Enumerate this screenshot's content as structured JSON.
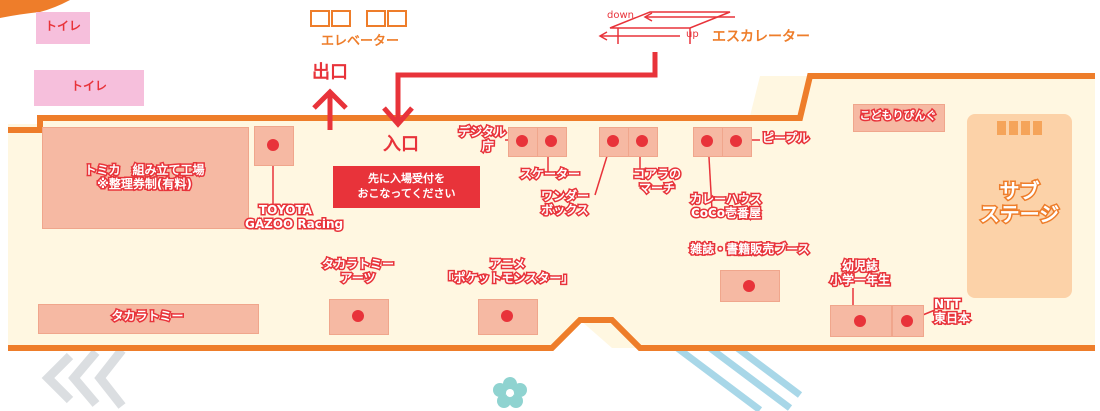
{
  "colors": {
    "floor": "#fff7e1",
    "wall": "#ee7d2a",
    "booth": "#f6b9a3",
    "marker": "#e8333a",
    "restroom": "#f6bfdc",
    "subStage": "#fcd2a8"
  },
  "restrooms": [
    "トイレ",
    "トイレ"
  ],
  "elevator": "エレベーター",
  "escalator": {
    "label": "エスカレーター",
    "down": "down",
    "up": "up"
  },
  "exit": "出口",
  "entrance": "入口",
  "notice": [
    "先に入場受付を",
    "おこなってください"
  ],
  "booths": {
    "tomica": [
      "トミカ　組み立て工場",
      "※整理券制(有料)"
    ],
    "toyota": [
      "TOYOTA",
      "GAZOO Racing"
    ],
    "takaratomy": "タカラトミー",
    "takaratomyArts": [
      "タカラトミー",
      "アーツ"
    ],
    "pokemon": [
      "アニメ",
      "「ポケットモンスター」"
    ],
    "digital": [
      "デジタル",
      "庁"
    ],
    "skater": "スケーター",
    "wonder": [
      "ワンダー",
      "ボックス"
    ],
    "koala": [
      "コアラの",
      "マーチ"
    ],
    "coco": [
      "カレーハウス",
      "CoCo壱番屋"
    ],
    "people": "ピープル",
    "magazine": "雑誌・書籍販売ブース",
    "kodomo": "こどもりぴんぐ",
    "youji": [
      "幼児誌",
      "小学一年生"
    ],
    "ntt": [
      "NTT",
      "東日本"
    ],
    "subStage": [
      "サブ",
      "ステージ"
    ]
  }
}
